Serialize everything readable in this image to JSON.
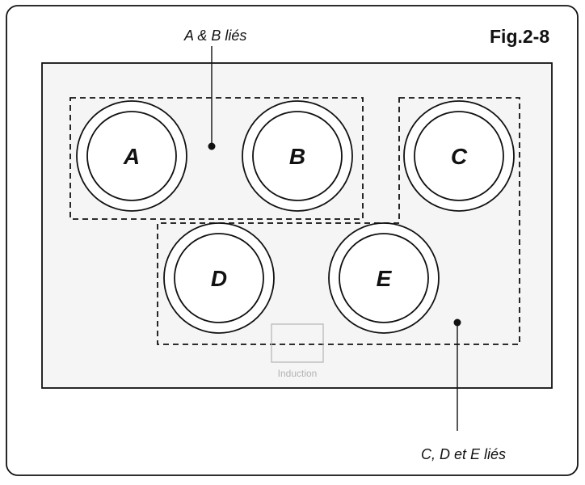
{
  "figure": {
    "label": "Fig.2-8"
  },
  "annotations": {
    "ab_linked": "A & B liés",
    "cde_linked": "C, D et E liés"
  },
  "zones": [
    {
      "id": "A",
      "label": "A"
    },
    {
      "id": "B",
      "label": "B"
    },
    {
      "id": "C",
      "label": "C"
    },
    {
      "id": "D",
      "label": "D"
    },
    {
      "id": "E",
      "label": "E"
    }
  ],
  "cooktop": {
    "logo_text": "Induction"
  },
  "groups": [
    {
      "id": "ab",
      "members": [
        "A",
        "B"
      ]
    },
    {
      "id": "cde",
      "members": [
        "C",
        "D",
        "E"
      ]
    }
  ],
  "colors": {
    "stroke": "#111111",
    "hob_fill": "#f5f5f5",
    "logo": "#b3b3b3"
  }
}
